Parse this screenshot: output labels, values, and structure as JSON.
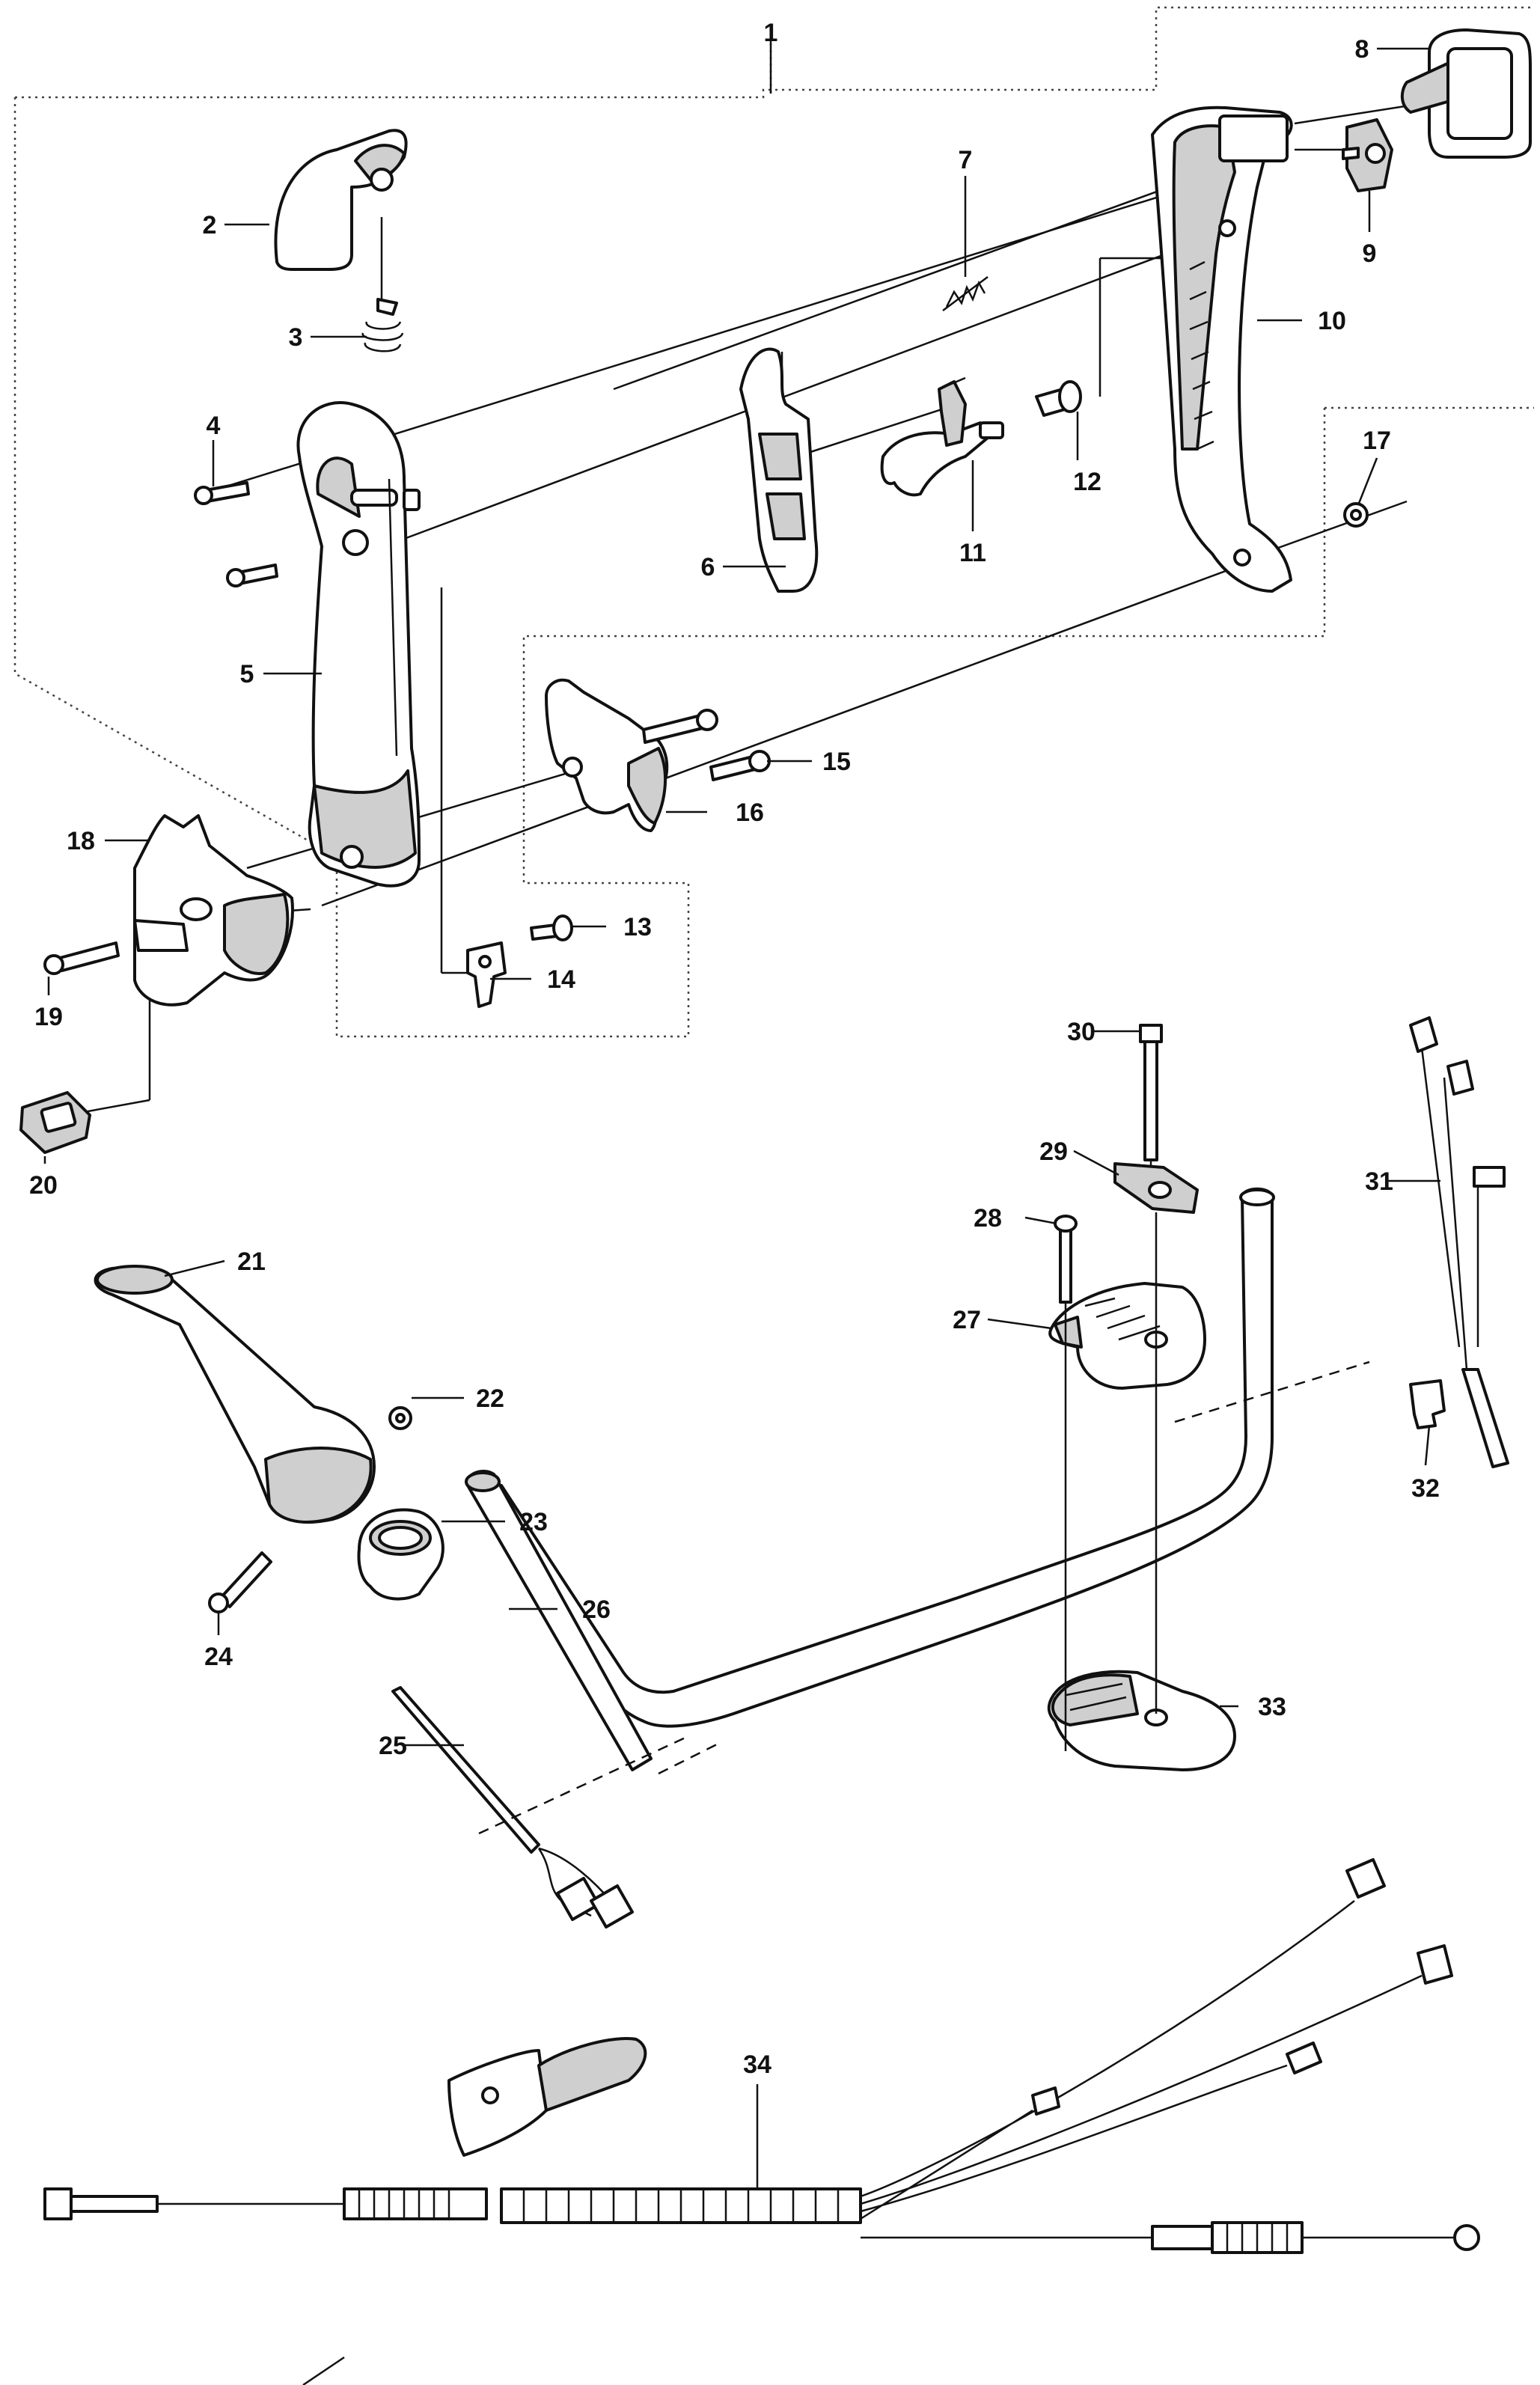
{
  "colors": {
    "background": "#ffffff",
    "line": "#111111",
    "shade": "#cfcfcf",
    "frame": "#444444"
  },
  "callouts": [
    "1",
    "2",
    "3",
    "4",
    "5",
    "6",
    "7",
    "8",
    "9",
    "10",
    "11",
    "12",
    "13",
    "14",
    "15",
    "16",
    "17",
    "18",
    "19",
    "20",
    "21",
    "22",
    "23",
    "24",
    "25",
    "26",
    "27",
    "28",
    "29",
    "30",
    "31",
    "32",
    "33",
    "34"
  ]
}
